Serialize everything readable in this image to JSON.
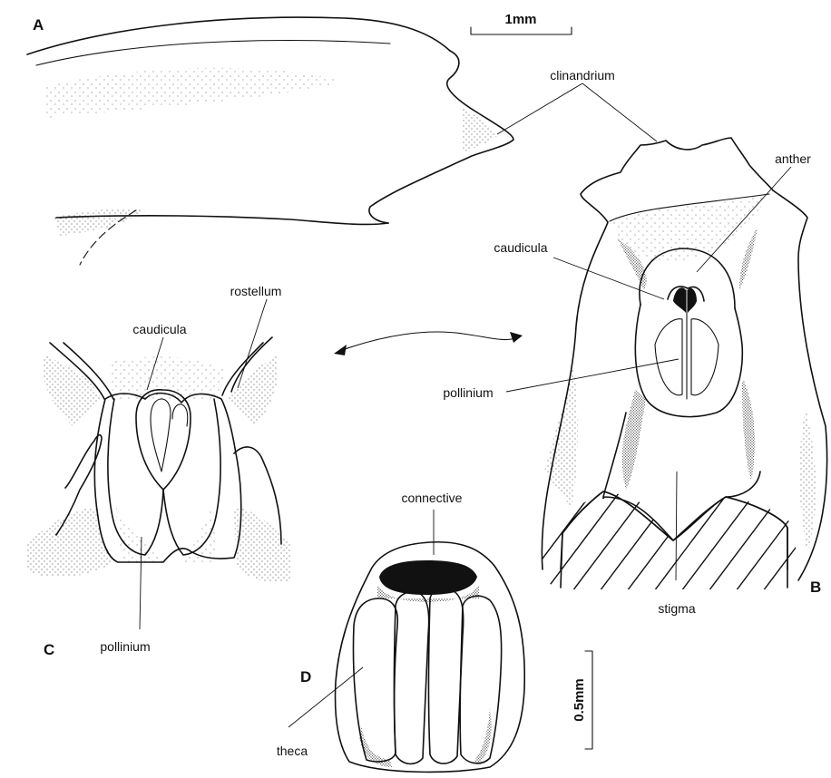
{
  "panels": {
    "a": "A",
    "b": "B",
    "c": "C",
    "d": "D"
  },
  "scale_bars": {
    "top": "1mm",
    "bottom": "0.5mm"
  },
  "labels": {
    "clinandrium": "clinandrium",
    "anther": "anther",
    "caudicula_b": "caudicula",
    "pollinium_b": "pollinium",
    "stigma": "stigma",
    "rostellum": "rostellum",
    "caudicula_c": "caudicula",
    "pollinium_c": "pollinium",
    "connective": "connective",
    "theca": "theca"
  }
}
